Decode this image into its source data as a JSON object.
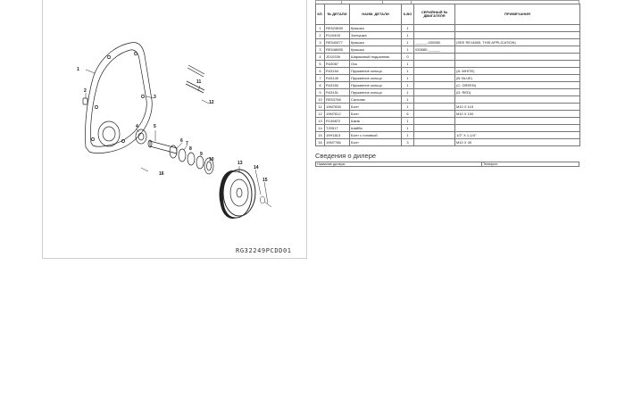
{
  "diagram": {
    "code": "RG32249PCDD01",
    "callouts": [
      "1",
      "2",
      "3",
      "4",
      "5",
      "6",
      "7",
      "8",
      "9",
      "10",
      "11",
      "12",
      "13",
      "14",
      "15",
      "16"
    ]
  },
  "table": {
    "headers": {
      "num": "КЛ.",
      "part_no": "№ ДЕТАЛИ",
      "name": "НАИМ. ДЕТАЛИ",
      "qty": "К-ВО",
      "serial": "СЕРИЙНЫЙ № ДВИГАТЕЛЯ",
      "notes": "ПРИМЕЧАНИЯ"
    },
    "rows": [
      {
        "num": "1",
        "part_no": "RE523839",
        "name": "Крышка",
        "qty": "1",
        "serial": "",
        "notes": ""
      },
      {
        "num": "2",
        "part_no": "R110400",
        "name": "Заглушка",
        "qty": "1",
        "serial": "",
        "notes": ""
      },
      {
        "num": "3",
        "part_no": "RE540677",
        "name": "Крышка",
        "qty": "1",
        "serial": "______-030580",
        "notes": "(SEE RE14655, THIS APPLICATION)"
      },
      {
        "num": "3",
        "part_no": "RE548655",
        "name": "Крышка",
        "qty": "1",
        "serial": "030580-______",
        "notes": ""
      },
      {
        "num": "4",
        "part_no": "JD10339",
        "name": "Шариковый подшипник",
        "qty": "0",
        "serial": "",
        "notes": ""
      },
      {
        "num": "5",
        "part_no": "R43087",
        "name": "Ось",
        "qty": "1",
        "serial": "",
        "notes": ""
      },
      {
        "num": "6",
        "part_no": "R43154",
        "name": "Пружинное кольцо",
        "qty": "1",
        "serial": "",
        "notes": "(A: WHITE)"
      },
      {
        "num": "7",
        "part_no": "R43149",
        "name": "Пружинное кольцо",
        "qty": "1",
        "serial": "",
        "notes": "(B: BLUE)"
      },
      {
        "num": "8",
        "part_no": "R43150",
        "name": "Пружинное кольцо",
        "qty": "1",
        "serial": "",
        "notes": "(C: GREEN)"
      },
      {
        "num": "9",
        "part_no": "R43151",
        "name": "Пружинное кольцо",
        "qty": "1",
        "serial": "",
        "notes": "(D: RED)"
      },
      {
        "num": "10",
        "part_no": "RE53768",
        "name": "Сальник",
        "qty": "1",
        "serial": "",
        "notes": ""
      },
      {
        "num": "11",
        "part_no": "19M7838",
        "name": "Болт",
        "qty": "1",
        "serial": "",
        "notes": "M10 X 115"
      },
      {
        "num": "12",
        "part_no": "19M7812",
        "name": "Болт",
        "qty": "6",
        "serial": "",
        "notes": "M10 X 100"
      },
      {
        "num": "13",
        "part_no": "R135872",
        "name": "Шкив",
        "qty": "1",
        "serial": "",
        "notes": ""
      },
      {
        "num": "14",
        "part_no": "T20517",
        "name": "Шайба",
        "qty": "1",
        "serial": "",
        "notes": ""
      },
      {
        "num": "15",
        "part_no": "19H1813",
        "name": "Болт с головкой",
        "qty": "1",
        "serial": "",
        "notes": "1/2\" X 1-1/4\""
      },
      {
        "num": "16",
        "part_no": "19M7786",
        "name": "Болт",
        "qty": "3",
        "serial": "",
        "notes": "M10 X 30"
      }
    ]
  },
  "dealer": {
    "title": "Сведения о дилере",
    "name_label": "Название дилера:",
    "phone_label": "Телефон:"
  }
}
